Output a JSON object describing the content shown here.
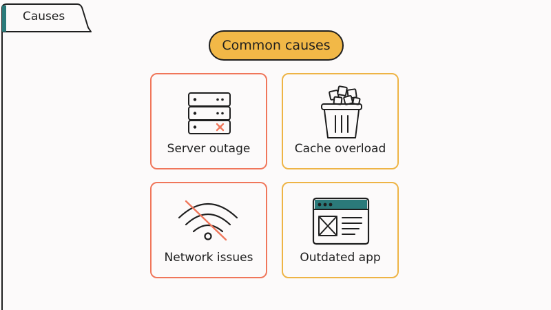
{
  "tab": {
    "label": "Causes"
  },
  "heading": {
    "label": "Common causes"
  },
  "cards": [
    {
      "label": "Server outage",
      "icon": "server-error-icon",
      "accent": "#f0765a"
    },
    {
      "label": "Cache overload",
      "icon": "overflowing-bin-icon",
      "accent": "#eeb445"
    },
    {
      "label": "Network issues",
      "icon": "wifi-off-icon",
      "accent": "#f0765a"
    },
    {
      "label": "Outdated app",
      "icon": "app-window-icon",
      "accent": "#eeb445"
    }
  ],
  "colors": {
    "background": "#fcfafa",
    "pill": "#f2b847",
    "tab_accent": "#2b7a7a",
    "window_bar": "#2b7a7a",
    "error": "#f0765a",
    "ink": "#1e1e1e"
  }
}
